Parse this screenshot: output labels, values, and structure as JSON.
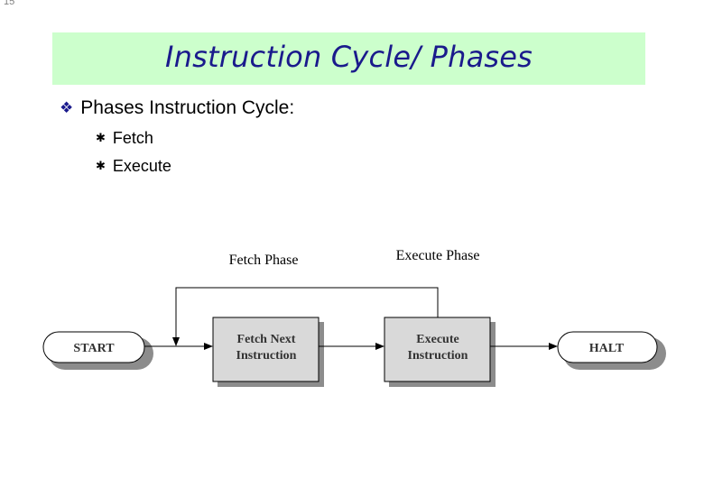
{
  "page_number": "15",
  "title": "Instruction Cycle/ Phases",
  "bullet": {
    "text": "Phases Instruction Cycle:",
    "sub_items": [
      "Fetch",
      "Execute"
    ]
  },
  "diagram": {
    "phase_labels": {
      "fetch": "Fetch Phase",
      "execute": "Execute Phase"
    },
    "nodes": {
      "start": "START",
      "fetch_line1": "Fetch Next",
      "fetch_line2": "Instruction",
      "execute_line1": "Execute",
      "execute_line2": "Instruction",
      "halt": "HALT"
    }
  },
  "colors": {
    "title_bg": "#ccffcc",
    "title_text": "#1a1a8c",
    "box_fill": "#d9d9d9",
    "shadow": "#8c8c8c"
  }
}
